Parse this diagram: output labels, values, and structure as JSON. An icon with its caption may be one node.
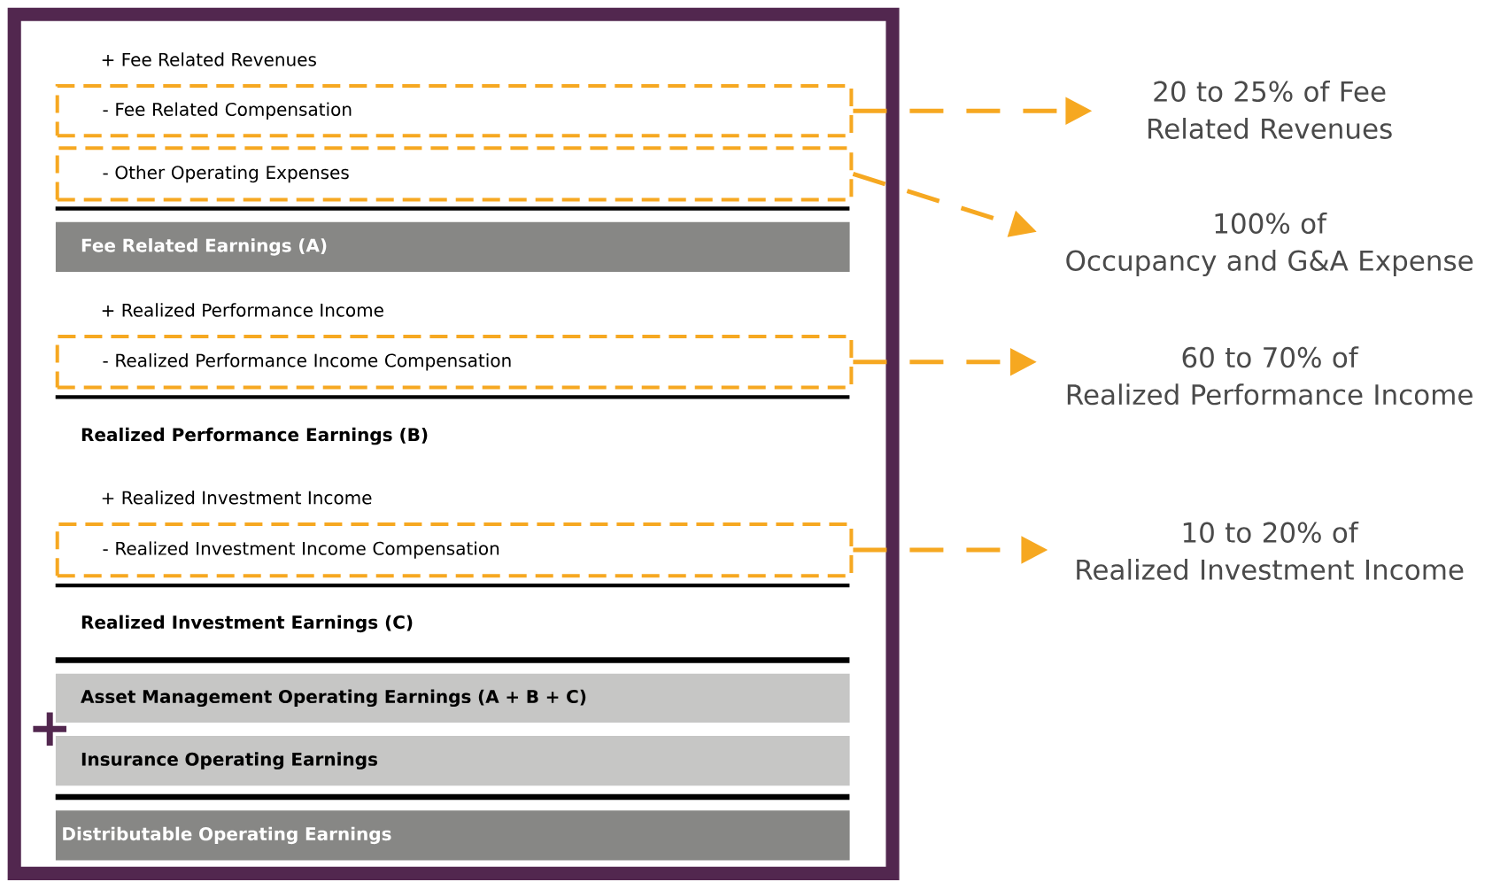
{
  "diagram": {
    "nodes": [
      {
        "text": [
          "- Fee Related Compensation"
        ]
      },
      {
        "text": [
          "- Other Operating Expenses"
        ]
      },
      {
        "text": [
          "Fee Related Earnings (A)"
        ]
      },
      {
        "text": [
          "- Realized Performance Income Compensation"
        ]
      },
      {
        "text": [
          "- Realized Investment Income Compensation"
        ]
      },
      {
        "text": [
          "Asset Management Operating Earnings (A + B + C)"
        ]
      },
      {
        "text": [
          "Insurance Operating Earnings"
        ]
      },
      {
        "text": [
          "Distributable Operating Earnings"
        ]
      },
      {
        "text": [
          "20 to 25% of Fee Related Revenues"
        ]
      },
      {
        "text": [
          "100% of Occupancy and G&A Expense"
        ]
      },
      {
        "text": [
          "60 to 70% of Realized Performance Income"
        ]
      },
      {
        "text": [
          "10 to 20% of Realized Investment Income"
        ]
      }
    ],
    "edges": [
      {
        "from": 0,
        "to": 8,
        "arrow": "to",
        "style": "dashed"
      },
      {
        "from": 1,
        "to": 9,
        "arrow": "to",
        "style": "dashed"
      },
      {
        "from": 3,
        "to": 10,
        "arrow": "to",
        "style": "dashed"
      },
      {
        "from": 4,
        "to": 11,
        "arrow": "to",
        "style": "dashed"
      }
    ],
    "labels": [
      "+ Fee Related Revenues",
      "+ Realized Performance Income",
      "Realized Performance Earnings (B)",
      "+ Realized Investment Income",
      "Realized Investment Earnings (C)",
      "+"
    ]
  }
}
